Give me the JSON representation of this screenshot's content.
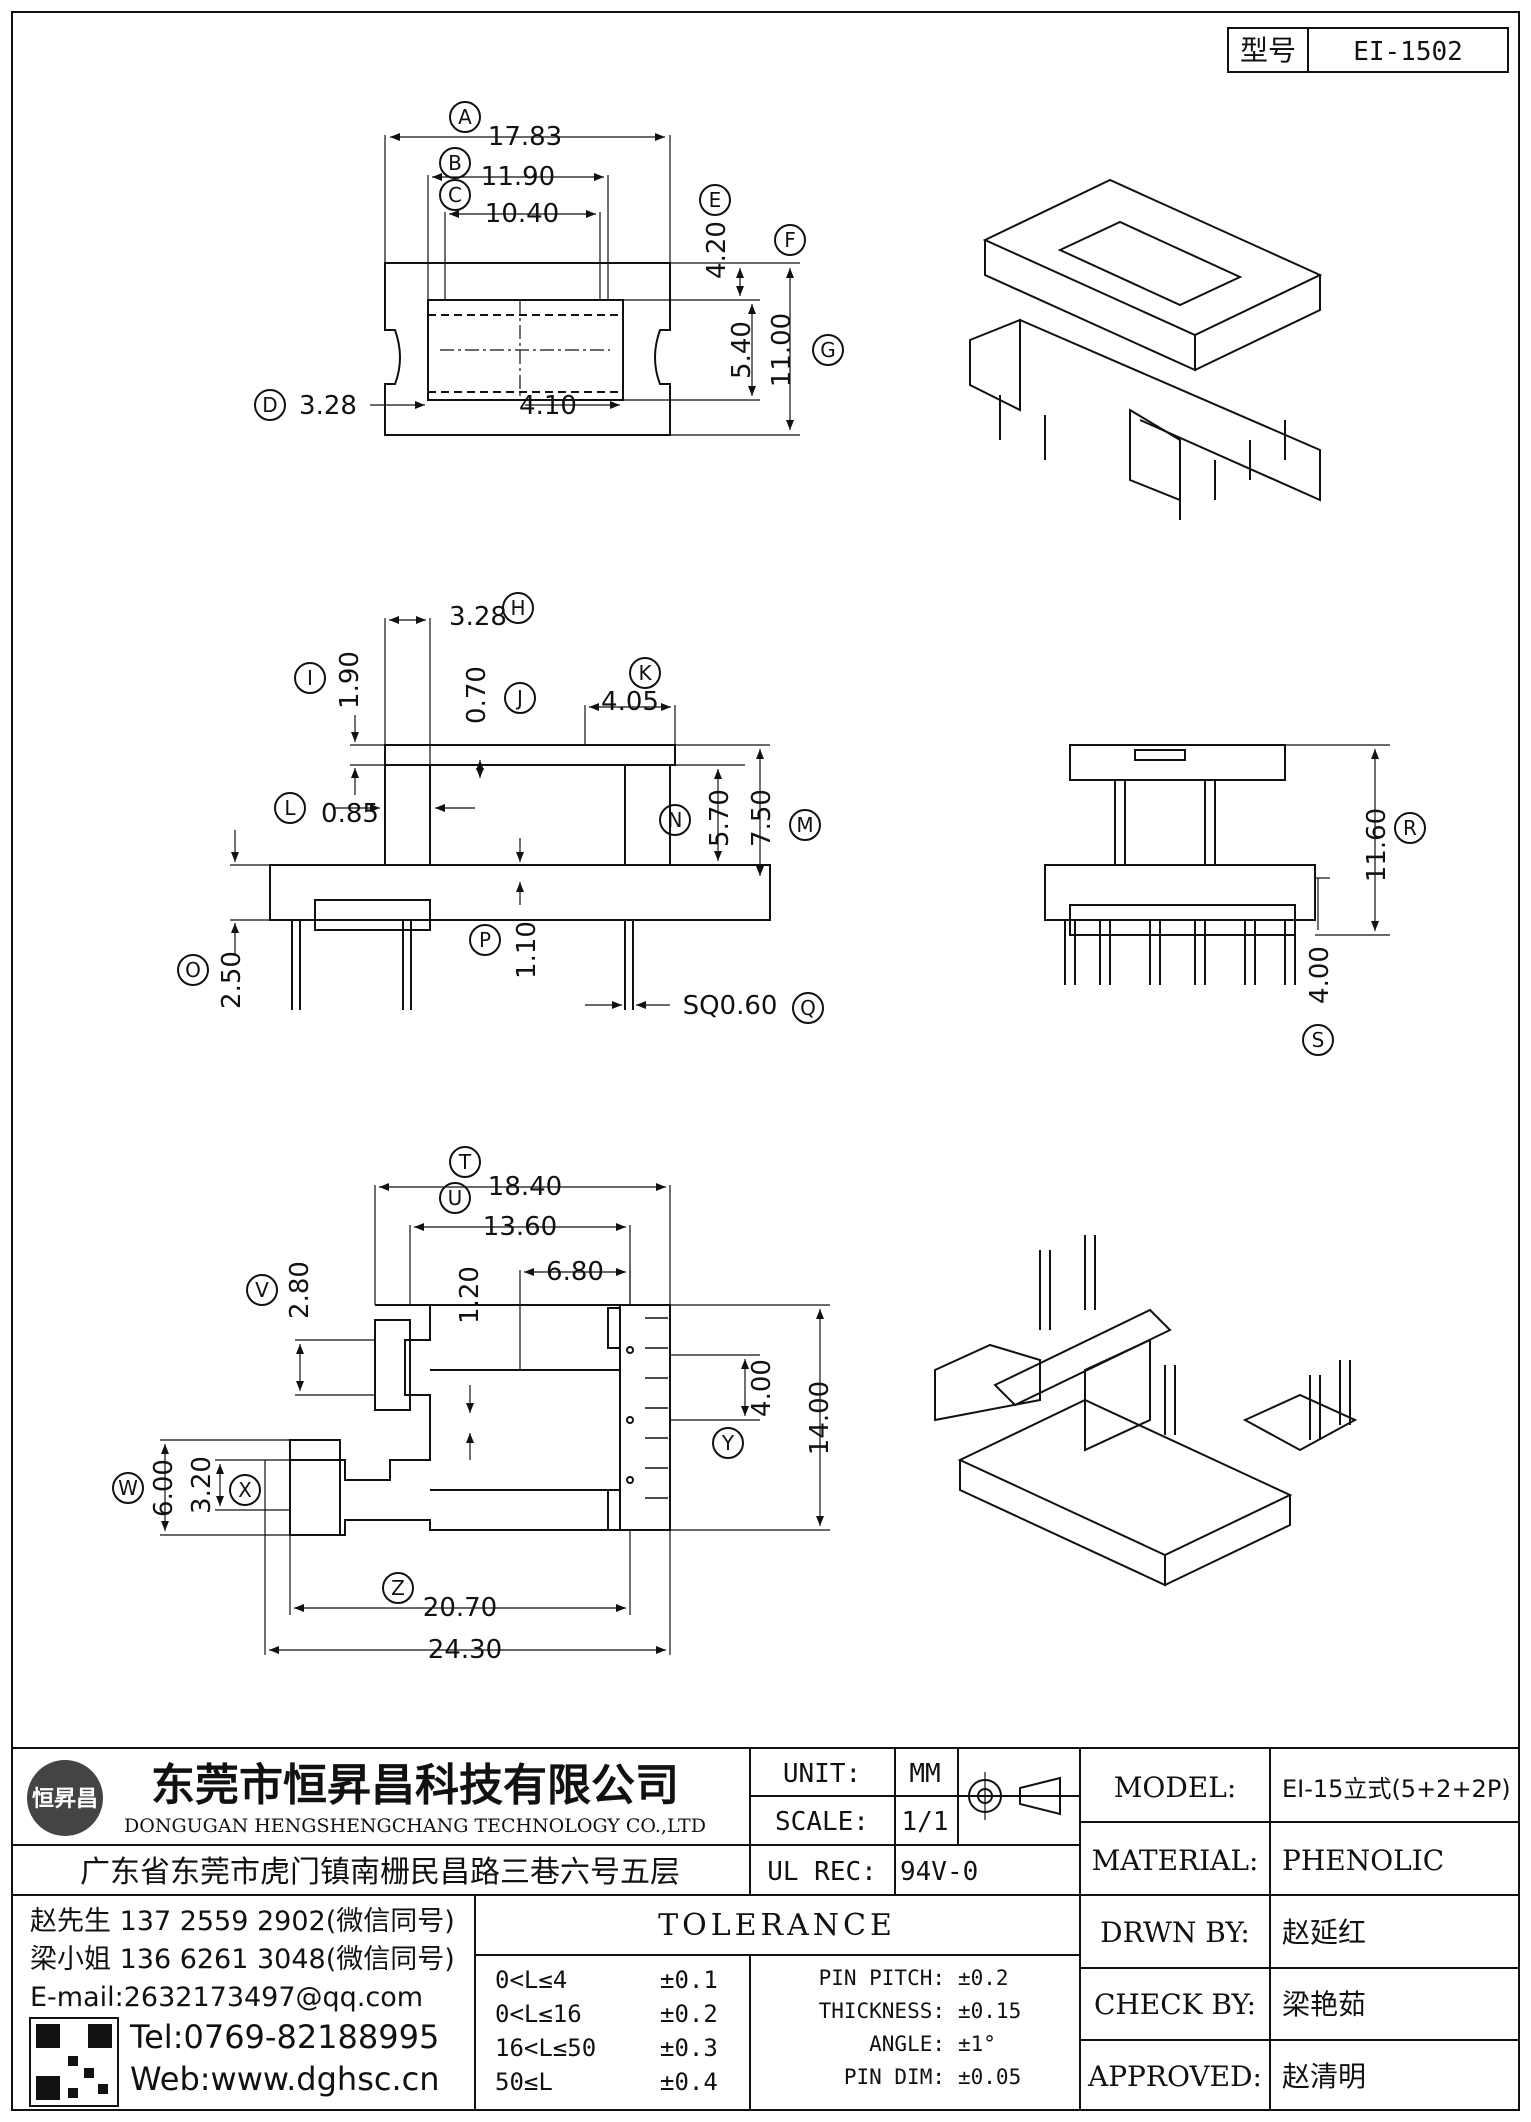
{
  "model_box": {
    "label": "型号",
    "value": "EI-1502"
  },
  "top_view": {
    "dims": {
      "A": "17.83",
      "B": "11.90",
      "C": "10.40",
      "D": "3.28",
      "E": "4.20",
      "F": "5.40",
      "G": "11.00",
      "d410": "4.10"
    }
  },
  "side_view": {
    "dims": {
      "H": "3.28",
      "I": "1.90",
      "J": "0.70",
      "K": "4.05",
      "L": "0.85",
      "M": "7.50",
      "N": "5.70",
      "O": "2.50",
      "P": "1.10",
      "Q": "SQ0.60"
    }
  },
  "end_view": {
    "dims": {
      "R": "11.60",
      "S": "4.00"
    }
  },
  "bottom_view": {
    "dims": {
      "T": "18.40",
      "U": "13.60",
      "V": "2.80",
      "d120": "1.20",
      "d680": "6.80",
      "Y": "4.00",
      "d1400": "14.00",
      "W": "6.00",
      "X": "3.20",
      "Z": "20.70",
      "d2430": "24.30"
    }
  },
  "circle_letters": [
    "A",
    "B",
    "C",
    "D",
    "E",
    "F",
    "G",
    "H",
    "I",
    "J",
    "K",
    "L",
    "M",
    "N",
    "O",
    "P",
    "Q",
    "R",
    "S",
    "T",
    "U",
    "V",
    "W",
    "X",
    "Y",
    "Z"
  ],
  "company": {
    "logo_text": "恒昇昌",
    "name_cn": "东莞市恒昇昌科技有限公司",
    "name_en": "DONGUGAN HENGSHENGCHANG TECHNOLOGY CO.,LTD",
    "address": "广东省东莞市虎门镇南栅民昌路三巷六号五层",
    "contact1": "赵先生 137 2559 2902(微信同号)",
    "contact2": "梁小姐 136 6261 3048(微信同号)",
    "email": "E-mail:2632173497@qq.com",
    "tel": "Tel:0769-82188995",
    "web": "Web:www.dghsc.cn"
  },
  "title_block": {
    "unit_label": "UNIT:",
    "unit_value": "MM",
    "scale_label": "SCALE:",
    "scale_value": "1/1",
    "ulrec_label": "UL REC:",
    "ulrec_value": "94V-0",
    "model_label": "MODEL:",
    "model_value": "EI-15立式(5+2+2P)",
    "material_label": "MATERIAL:",
    "material_value": "PHENOLIC",
    "drwn_label": "DRWN BY:",
    "drwn_value": "赵延红",
    "check_label": "CHECK BY:",
    "check_value": "梁艳茹",
    "approved_label": "APPROVED:",
    "approved_value": "赵清明"
  },
  "tolerance": {
    "title": "TOLERANCE",
    "rows": [
      {
        "range": "0<L≤4",
        "tol": "±0.1"
      },
      {
        "range": "0<L≤16",
        "tol": "±0.2"
      },
      {
        "range": "16<L≤50",
        "tol": "±0.3"
      },
      {
        "range": "50≤L",
        "tol": "±0.4"
      }
    ],
    "extra": [
      {
        "name": "PIN PITCH:",
        "tol": "±0.2"
      },
      {
        "name": "THICKNESS:",
        "tol": "±0.15"
      },
      {
        "name": "ANGLE:",
        "tol": "±1°"
      },
      {
        "name": "PIN DIM:",
        "tol": "±0.05"
      }
    ]
  }
}
